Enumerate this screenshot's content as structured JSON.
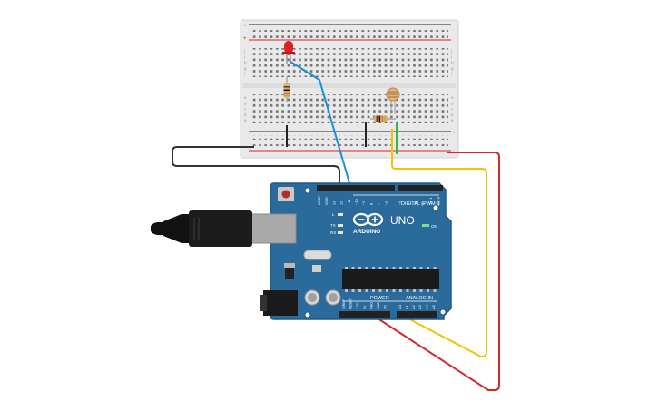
{
  "board": {
    "brand": "ARDUINO",
    "model": "UNO",
    "on_label": "ON",
    "digital_label": "DIGITAL (PWM~)",
    "power_label": "POWER",
    "analog_label": "ANALOG IN",
    "led_labels": [
      "L",
      "TX",
      "RX"
    ],
    "digital_pins": [
      "AREF",
      "GND",
      "13",
      "12",
      "~11",
      "~10",
      "~9",
      "8",
      "7",
      "~6",
      "~5",
      "4",
      "~3",
      "2",
      "TX 1",
      "RX 0"
    ],
    "power_pins": [
      "IOREF",
      "RESET",
      "3.3V",
      "5V",
      "GND",
      "GND",
      "Vin"
    ],
    "analog_pins": [
      "A0",
      "A1",
      "A2",
      "A3",
      "A4",
      "A5"
    ]
  },
  "breadboard": {
    "plus_sign": "+",
    "minus_sign": "−",
    "row_letters_top": [
      "j",
      "i",
      "h",
      "g",
      "f"
    ],
    "row_letters_bottom": [
      "e",
      "d",
      "c",
      "b",
      "a"
    ]
  },
  "colors": {
    "board": "#2a6b9c",
    "board_edge": "#1f5a86",
    "breadboard": "#e9e9e9",
    "wire_red": "#d62828",
    "wire_yellow": "#f2c400",
    "wire_blue": "#1a8fd6",
    "wire_black": "#333333",
    "wire_green": "#3ab54a",
    "led": "#e02020"
  }
}
